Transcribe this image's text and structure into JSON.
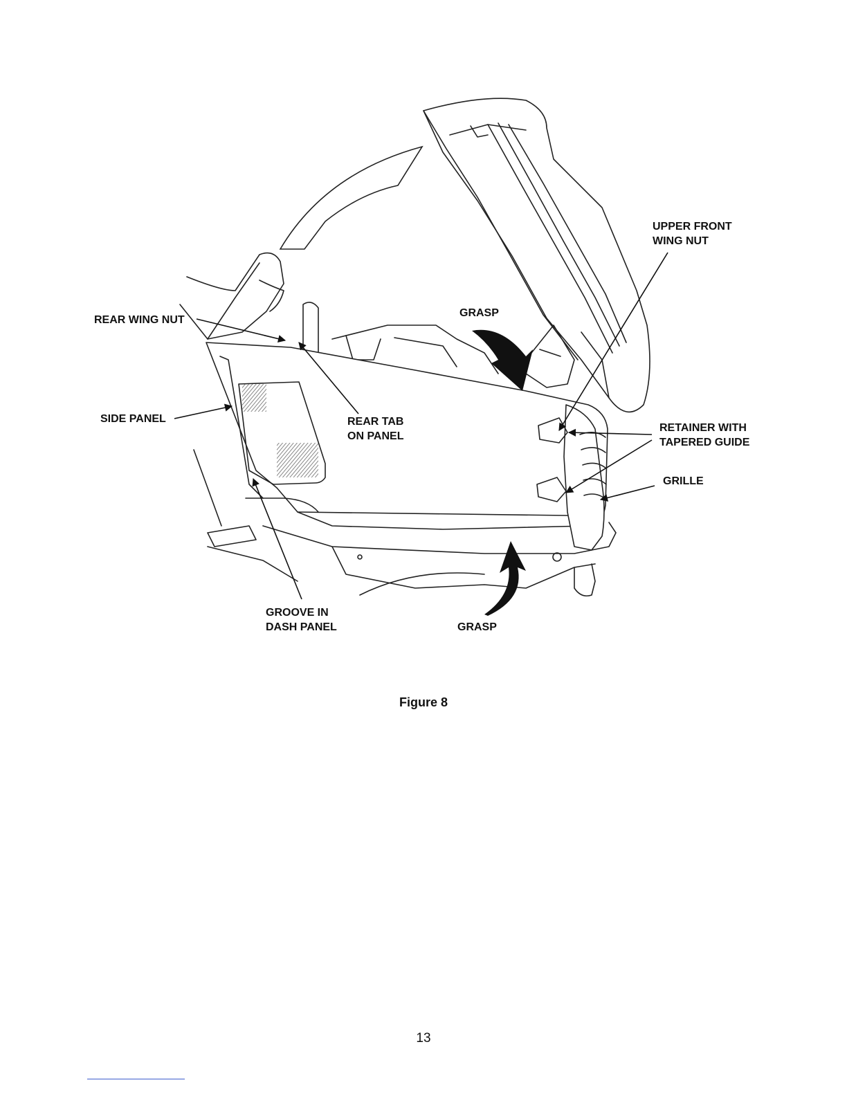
{
  "figure": {
    "callouts": {
      "upper_front_wing_nut": [
        "UPPER FRONT",
        "WING NUT"
      ],
      "rear_wing_nut": [
        "REAR WING NUT"
      ],
      "grasp_top": [
        "GRASP"
      ],
      "side_panel": [
        "SIDE PANEL"
      ],
      "rear_tab_on_panel": [
        "REAR TAB",
        "ON PANEL"
      ],
      "retainer_with_tapered_guide": [
        "RETAINER WITH",
        "TAPERED GUIDE"
      ],
      "grille": [
        "GRILLE"
      ],
      "groove_in_dash_panel": [
        "GROOVE IN",
        "DASH PANEL"
      ],
      "grasp_bottom": [
        "GRASP"
      ]
    },
    "caption": "Figure 8"
  },
  "page": {
    "number": "13"
  },
  "colors": {
    "ink": "#111111",
    "footnote_rule": "#3b5ccc"
  }
}
